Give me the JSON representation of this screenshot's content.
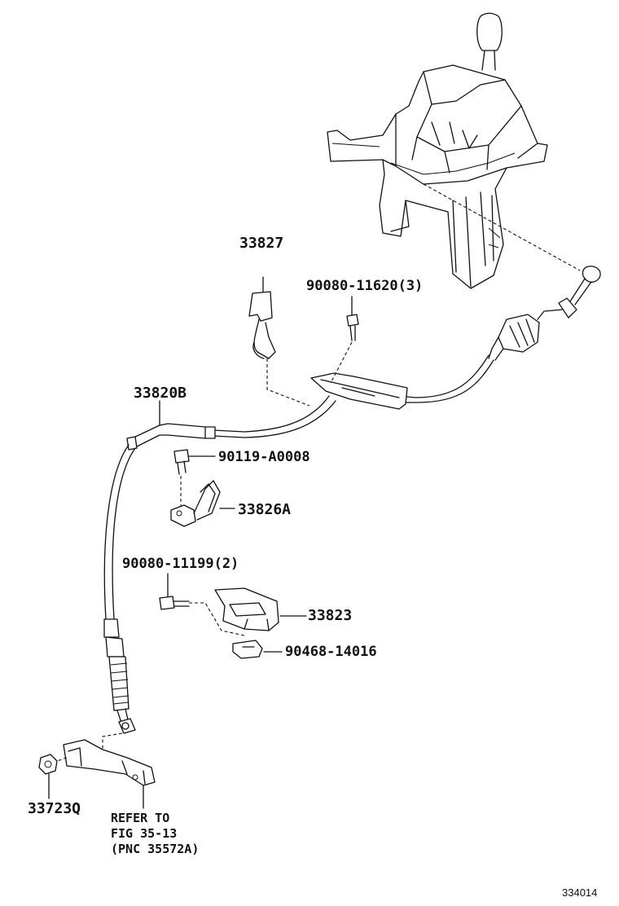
{
  "labels": {
    "p33827": "33827",
    "p90080_11620": "90080-11620(3)",
    "p33820B": "33820B",
    "p90119_A0008": "90119-A0008",
    "p33826A": "33826A",
    "p90080_11199": "90080-11199(2)",
    "p33823": "33823",
    "p90468_14016": "90468-14016",
    "p33723Q": "33723Q"
  },
  "note": {
    "line1": "REFER TO",
    "line2": "FIG 35-13",
    "line3": "(PNC 35572A)"
  },
  "figure_number": "334014"
}
